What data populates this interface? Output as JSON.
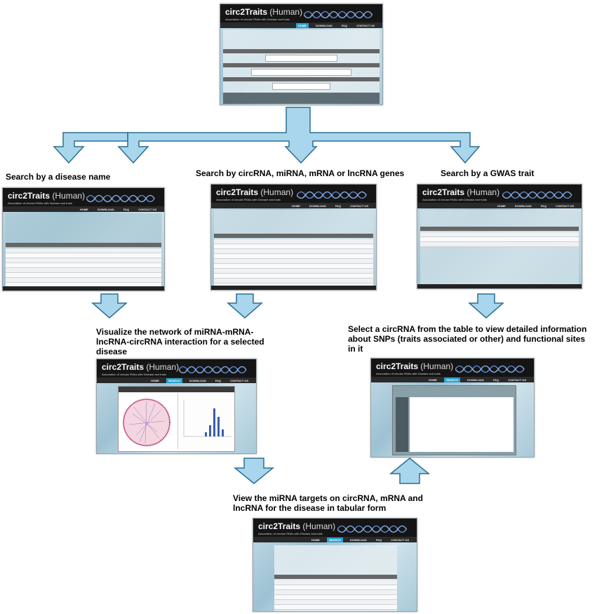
{
  "app": {
    "logo": "circ2Traits",
    "logo_qualifier": "(Human)",
    "tagline": "Association of circular RNAs with Disease and traits"
  },
  "nav": [
    "HOME",
    "DOWNLOAD",
    "FAQ",
    "CONTACT US"
  ],
  "nav_search": [
    "HOME",
    "SEARCH",
    "DOWNLOAD",
    "FAQ",
    "CONTACT US"
  ],
  "labels": {
    "disease": "Search by a disease name",
    "genes": "Search by circRNA, miRNA, mRNA or lncRNA genes",
    "gwas": "Search by a GWAS trait",
    "network": "Visualize the network of miRNA-mRNA-lncRNA-circRNA interaction for a selected disease",
    "select": "Select a circRNA from the table to view detailed information about SNPs (traits associated or other) and functional sites in it",
    "targets": "View the miRNA targets on circRNA, mRNA and lncRNA for the disease in tabular form"
  },
  "colors": {
    "arrow_fill": "#a9d6ec",
    "arrow_stroke": "#2b6f92",
    "banner": "#151515",
    "accent": "#2aa3cf"
  }
}
